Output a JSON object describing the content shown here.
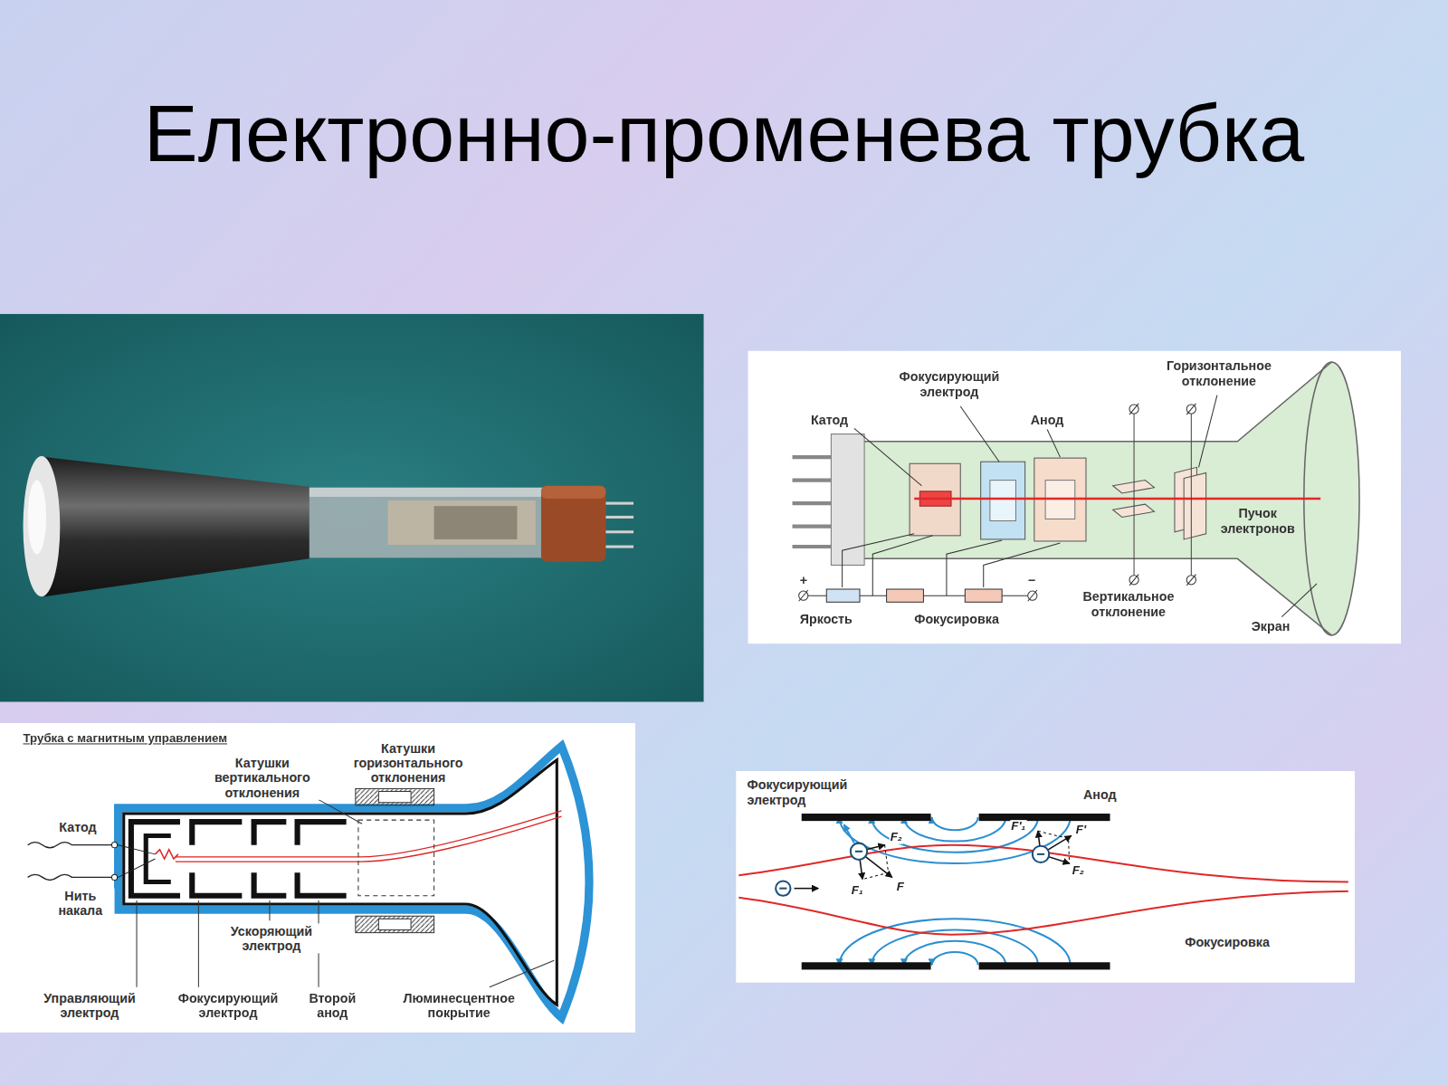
{
  "diagram": {
    "title": "Електронно-променева трубка",
    "labels": [
      "Фокусирующий электрод",
      "Горизонтальное отклонение",
      "Катод",
      "Анод",
      "Пучок электронов",
      "+",
      "−",
      "Вертикальное отклонение",
      "Яркость",
      "Фокусировка",
      "Экран",
      "Трубка с магнитным управлением",
      "Катушки горизонтального отклонения",
      "Катушки вертикального отклонения",
      "Катод",
      "Нить накала",
      "Ускоряющий электрод",
      "Управляющий электрод",
      "Фокусирующий электрод",
      "Второй анод",
      "Люминесцентное покрытие",
      "Фокусирующий электрод",
      "Анод",
      "F₂",
      "F₁",
      "F",
      "F'₁",
      "F'",
      "F₂",
      "Фокусировка"
    ]
  }
}
